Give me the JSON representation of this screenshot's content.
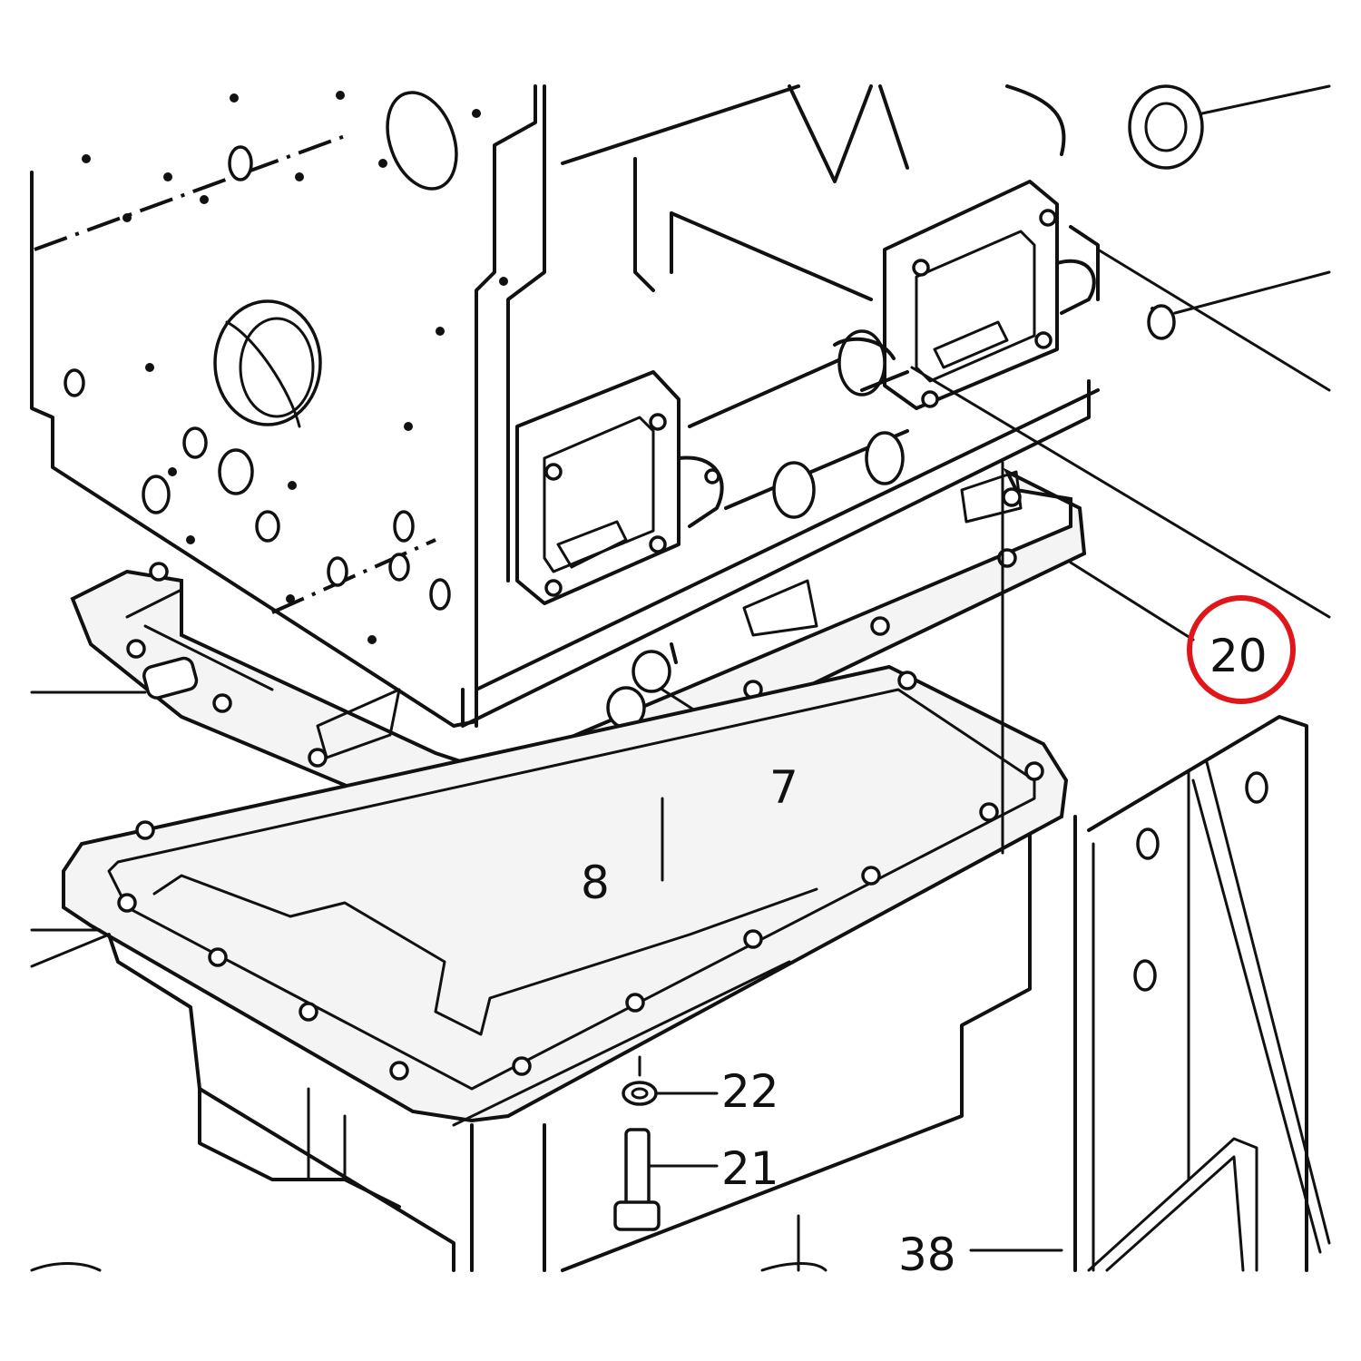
{
  "callouts": {
    "c20": "20",
    "c7": "7",
    "c8": "8",
    "c22": "22",
    "c21": "21",
    "c38": "38"
  },
  "highlight": {
    "target": "20",
    "color": "#e0161b"
  },
  "colors": {
    "line": "#111111",
    "background": "#ffffff"
  }
}
